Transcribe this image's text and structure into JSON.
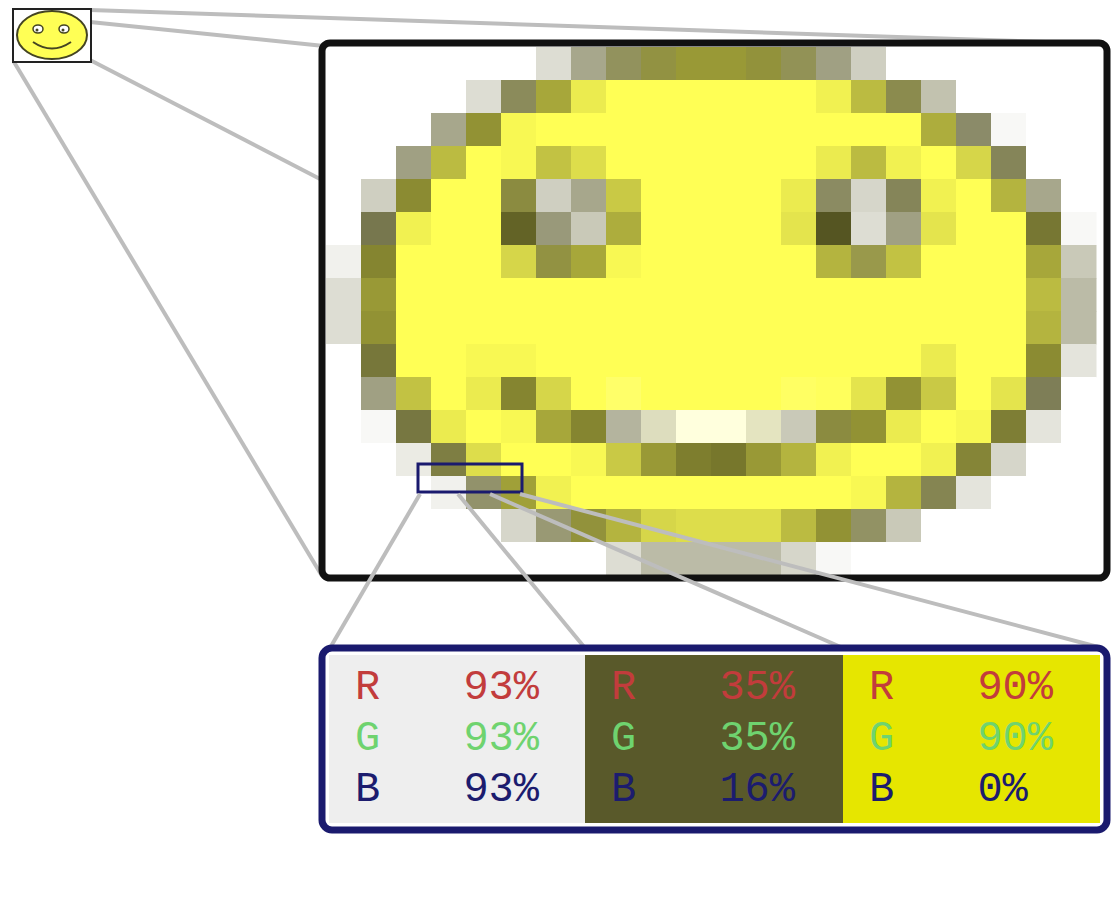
{
  "diagram": {
    "nodes": [
      {
        "text": [
          "R 93%",
          "G 93%",
          "B 93%"
        ]
      },
      {
        "text": [
          "R 35%",
          "G 35%",
          "B 16%"
        ]
      },
      {
        "text": [
          "R 90%",
          "G 90%",
          "B 0%"
        ]
      }
    ]
  }
}
